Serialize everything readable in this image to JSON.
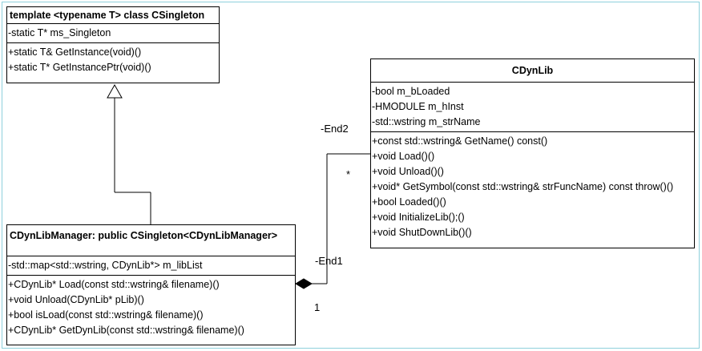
{
  "classes": {
    "singleton": {
      "name": "template <typename T> class CSingleton",
      "attributes": [
        "-static T* ms_Singleton"
      ],
      "operations": [
        "+static T& GetInstance(void)()",
        "+static T* GetInstancePtr(void)()"
      ]
    },
    "dynlib": {
      "name": "CDynLib",
      "attributes": [
        "-bool m_bLoaded",
        "-HMODULE m_hInst",
        "-std::wstring m_strName"
      ],
      "operations": [
        "+const std::wstring& GetName() const()",
        "+void Load()()",
        "+void Unload()()",
        "+void* GetSymbol(const std::wstring& strFuncName) const throw()()",
        "+bool Loaded()()",
        "+void InitializeLib();()",
        "+void ShutDownLib()()"
      ]
    },
    "manager": {
      "name": "CDynLibManager: public CSingleton<CDynLibManager>",
      "attributes": [
        "-std::map<std::wstring, CDynLib*> m_libList"
      ],
      "operations": [
        "+CDynLib* Load(const std::wstring& filename)()",
        "+void Unload(CDynLib* pLib)()",
        "+bool isLoad(const std::wstring& filename)()",
        "+CDynLib* GetDynLib(const std::wstring& filename)()"
      ]
    }
  },
  "association": {
    "end2_role": "-End2",
    "end2_multiplicity": "*",
    "end1_role": "-End1",
    "end1_multiplicity": "1"
  }
}
